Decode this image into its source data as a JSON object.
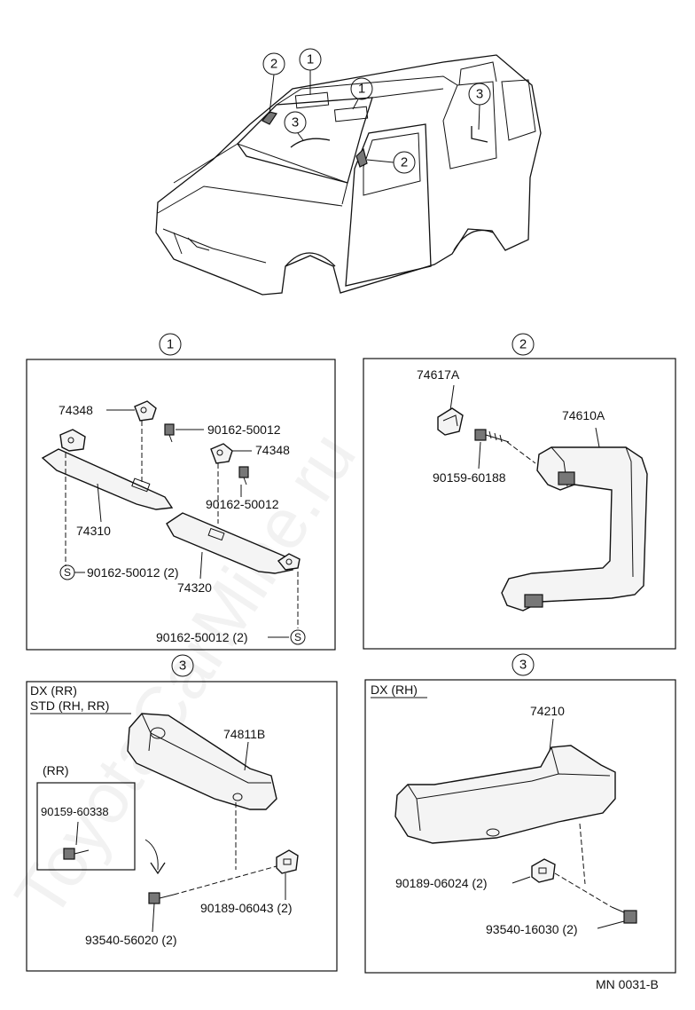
{
  "watermark": "ToyotaCarMine.ru",
  "overview": {
    "callouts": [
      "2",
      "1",
      "1",
      "3",
      "3",
      "2"
    ]
  },
  "sections": {
    "s1": {
      "number": "1",
      "parts": {
        "p74348a": "74348",
        "p90162a": "90162-50012",
        "p74348b": "74348",
        "p90162b": "90162-50012",
        "p74310": "74310",
        "p74320": "74320",
        "p90162c": "90162-50012 (2)",
        "p90162d": "90162-50012 (2)"
      },
      "s_mark": "S"
    },
    "s2": {
      "number": "2",
      "parts": {
        "p74617A": "74617A",
        "p74610A": "74610A",
        "p90159": "90159-60188"
      }
    },
    "s3a": {
      "number": "3",
      "variant_line1": "DX (RR)",
      "variant_line2": "STD (RH, RR)",
      "sub_label": "(RR)",
      "parts": {
        "p74811B": "74811B",
        "p90159": "90159-60338",
        "p90189": "90189-06043 (2)",
        "p93540": "93540-56020 (2)"
      }
    },
    "s3b": {
      "number": "3",
      "variant_line1": "DX (RH)",
      "parts": {
        "p74210": "74210",
        "p90189": "90189-06024 (2)",
        "p93540": "93540-16030 (2)"
      }
    }
  },
  "diagram_code": "MN 0031-B"
}
